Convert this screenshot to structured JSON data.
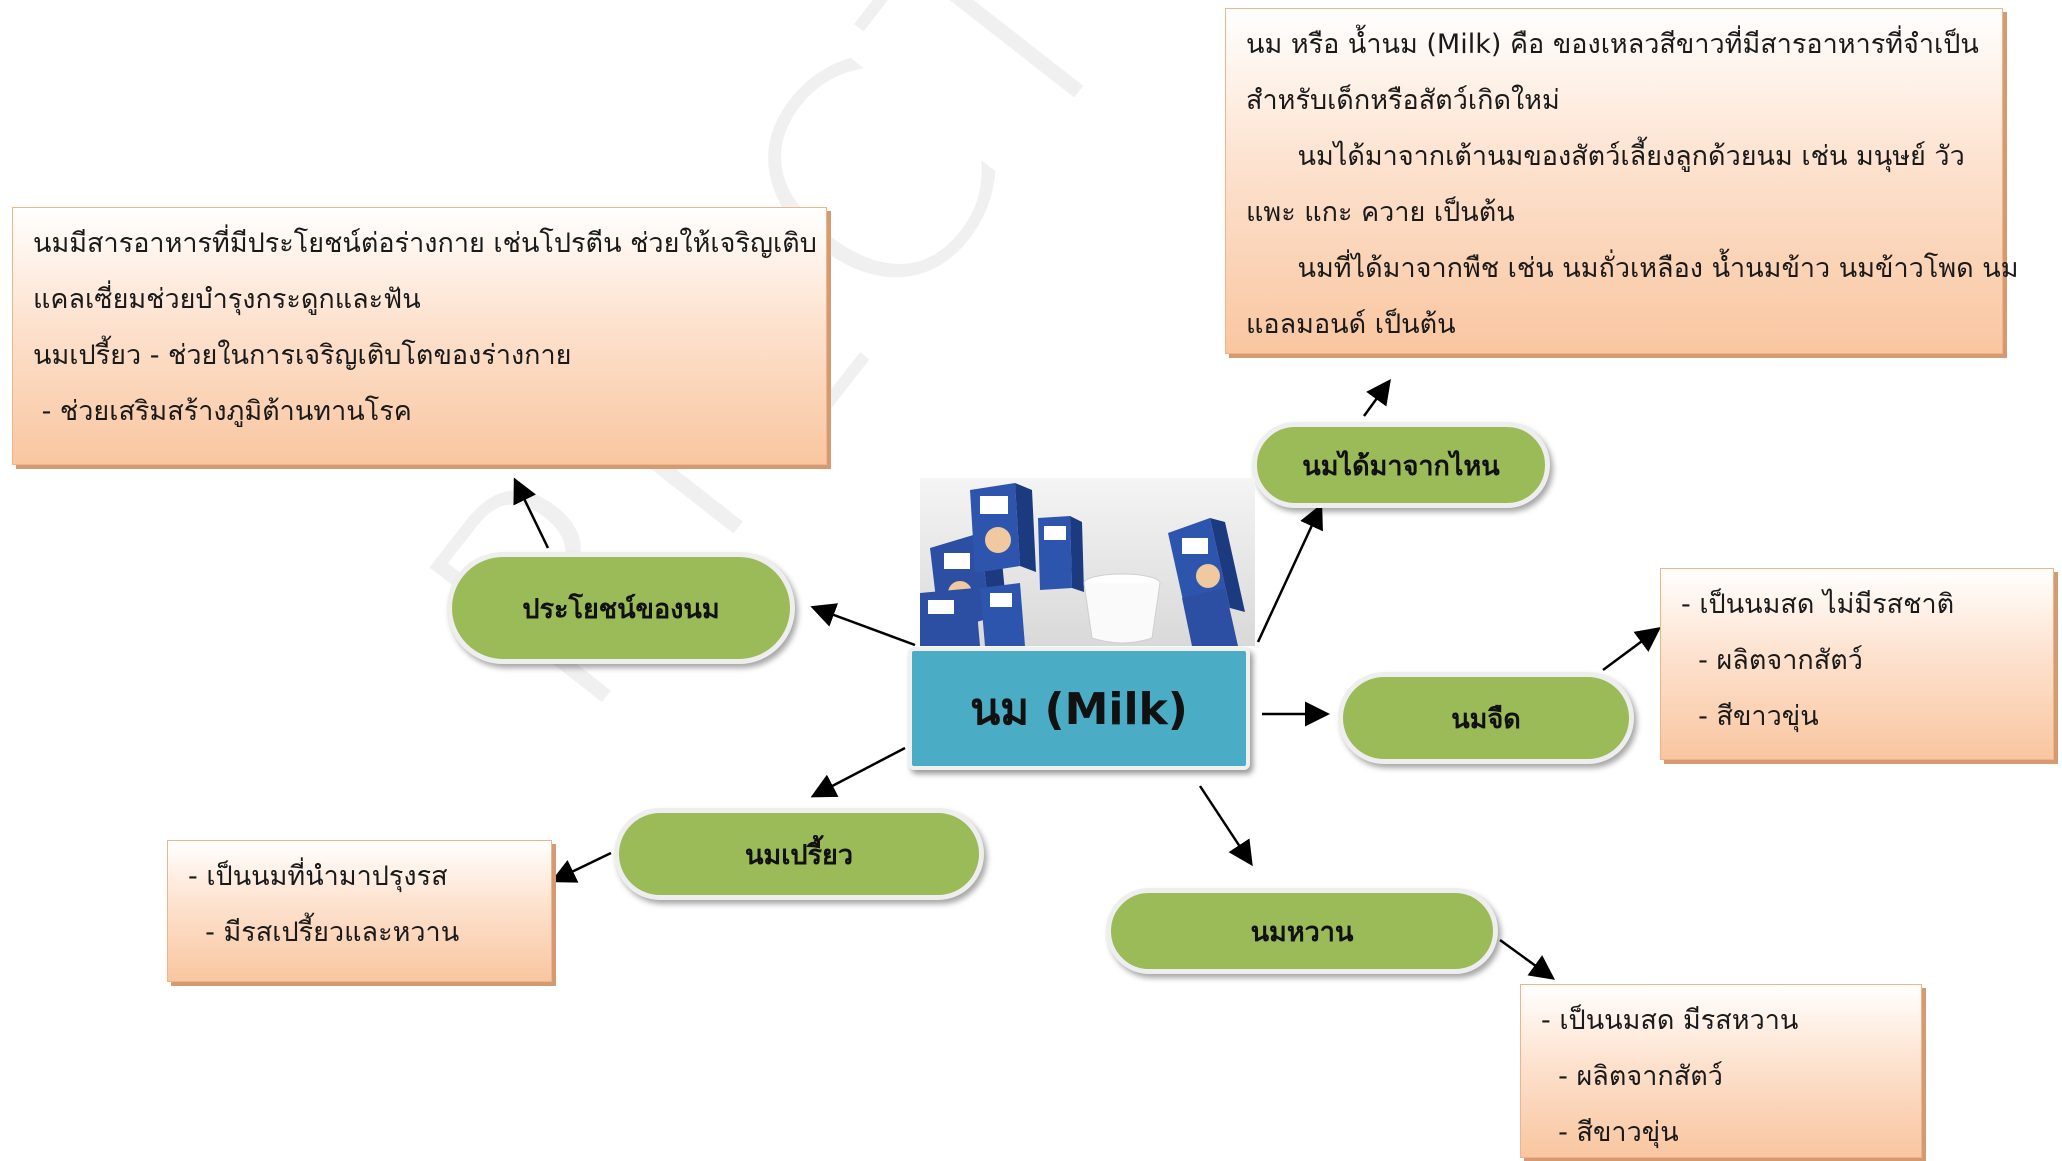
{
  "center": {
    "title": "นม (Milk)"
  },
  "watermark": "RIECTThaila",
  "branches": {
    "benefit": {
      "label": "ประโยชน์ของนม",
      "lines": [
        "นมมีสารอาหารที่มีประโยชน์ต่อร่างกาย เช่นโปรตีน ช่วยให้เจริญเติบ",
        "แคลเซี่ยมช่วยบำรุงกระดูกและฟัน",
        "นมเปรี้ยว - ช่วยในการเจริญเติบโตของร่างกาย",
        " - ช่วยเสริมสร้างภูมิต้านทานโรค"
      ]
    },
    "origin": {
      "label": "นมได้มาจากไหน",
      "lines": [
        "นม หรือ น้ำนม (Milk) คือ ของเหลวสีขาวที่มีสารอาหารที่จำเป็น",
        "สำหรับเด็กหรือสัตว์เกิดใหม่",
        "      นมได้มาจากเต้านมของสัตว์เลี้ยงลูกด้วยนม เช่น มนุษย์ วัว",
        "แพะ แกะ ควาย เป็นต้น",
        "      นมที่ได้มาจากพืช เช่น นมถั่วเหลือง น้ำนมข้าว นมข้าวโพด นม",
        "แอลมอนด์ เป็นต้น"
      ]
    },
    "plain": {
      "label": "นมจืด",
      "lines": [
        "- เป็นนมสด ไม่มีรสชาติ",
        "  - ผลิตจากสัตว์",
        "  - สีขาวขุ่น"
      ]
    },
    "sour": {
      "label": "นมเปรี้ยว",
      "lines": [
        "- เป็นนมที่นำมาปรุงรส",
        "  - มีรสเปรี้ยวและหวาน"
      ]
    },
    "sweet": {
      "label": "นมหวาน",
      "lines": [
        "- เป็นนมสด มีรสหวาน",
        "  - ผลิตจากสัตว์",
        "  - สีขาวขุ่น"
      ]
    }
  },
  "colors": {
    "pill": "#9bbb59",
    "center": "#4bacc6",
    "note_border": "#f1b48a"
  }
}
